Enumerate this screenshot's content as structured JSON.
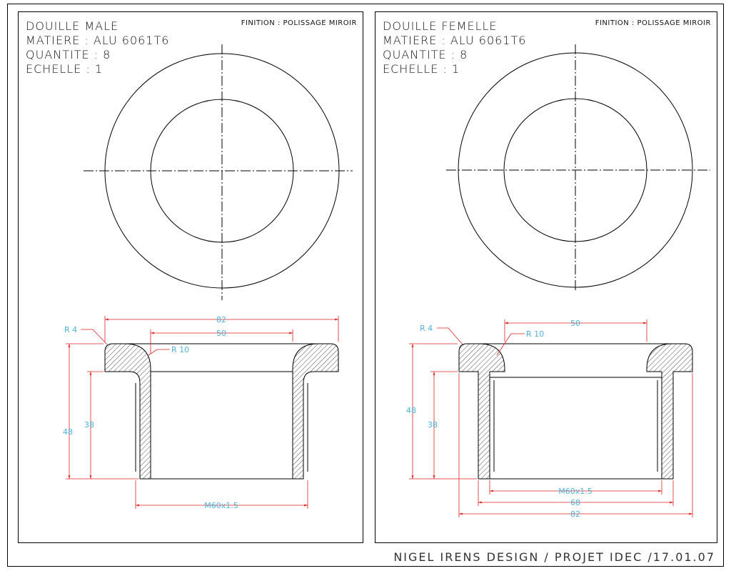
{
  "male": {
    "title": "DOUILLE MALE",
    "matiere": "MATIERE : ALU 6061T6",
    "quantite": "QUANTITE : 8",
    "echelle": "ECHELLE : 1",
    "finition": "FINITION : POLISSAGE MIROIR",
    "dims": {
      "overall": "82",
      "inner": "50",
      "r_outer": "R 4",
      "r_inner": "R 10",
      "height": "48",
      "height_inner": "38",
      "thread": "M60x1.5"
    }
  },
  "femelle": {
    "title": "DOUILLE FEMELLE",
    "matiere": "MATIERE : ALU 6061T6",
    "quantite": "QUANTITE : 8",
    "echelle": "ECHELLE : 1",
    "finition": "FINITION : POLISSAGE MIROIR",
    "dims": {
      "inner": "50",
      "r_outer": "R 4",
      "r_inner": "R 10",
      "height": "48",
      "height_inner": "38",
      "thread": "M60x1.5",
      "mid": "68",
      "overall": "82"
    }
  },
  "footer": "NIGEL IRENS DESIGN / PROJET IDEC /17.01.07",
  "colors": {
    "line": "#000000",
    "dimension": "#e02020",
    "dim_text": "#4fb3d9"
  }
}
